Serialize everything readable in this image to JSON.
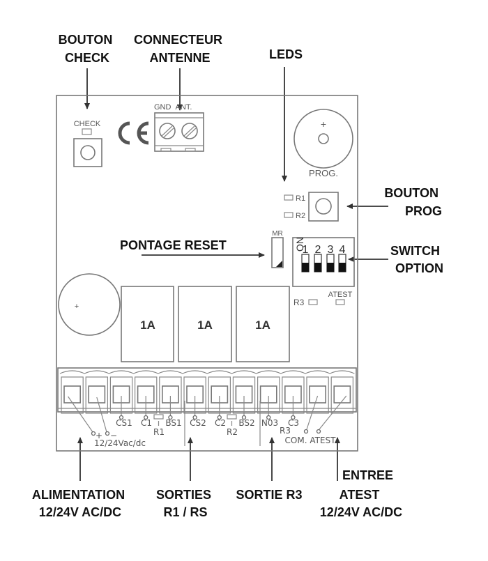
{
  "callouts": {
    "bouton_check": [
      "BOUTON",
      "CHECK"
    ],
    "connecteur_antenne": [
      "CONNECTEUR",
      "ANTENNE"
    ],
    "leds": "LEDS",
    "bouton_prog": [
      "BOUTON",
      "PROG"
    ],
    "pontage_reset": "PONTAGE RESET",
    "switch_option": [
      "SWITCH",
      "OPTION"
    ],
    "alimentation": [
      "ALIMENTATION",
      "12/24V AC/DC"
    ],
    "sorties_r1_rs": [
      "SORTIES",
      "R1 / RS"
    ],
    "sortie_r3": "SORTIE R3",
    "entree_atest": [
      "ENTREE",
      "ATEST",
      "12/24V AC/DC"
    ]
  },
  "board": {
    "check_label": "CHECK",
    "ce_mark": "CE",
    "antenna_labels": "GND  ANT.",
    "prog_plus": "+",
    "prog_label": "PROG.",
    "led_r1": "R1",
    "led_r2": "R2",
    "mr_label": "MR",
    "dip_on": "ON",
    "dip_numbers": [
      "1",
      "2",
      "3",
      "4"
    ],
    "led_r3": "R3",
    "led_atest": "ATEST",
    "buzzer_plus": "+",
    "fuses": [
      "1A",
      "1A",
      "1A"
    ],
    "terminal_labels": {
      "plus": "+",
      "minus": "−",
      "power": "12/24Vac/dc",
      "cs1": "CS1",
      "c1": "C1",
      "r1": "R1",
      "bs1": "BS1",
      "cs2": "CS2",
      "c2": "C2",
      "r2": "R2",
      "bs2": "BS2",
      "no3": "N03",
      "c3": "C3",
      "r3": "R3",
      "com_atest": "COM. ATEST"
    }
  }
}
